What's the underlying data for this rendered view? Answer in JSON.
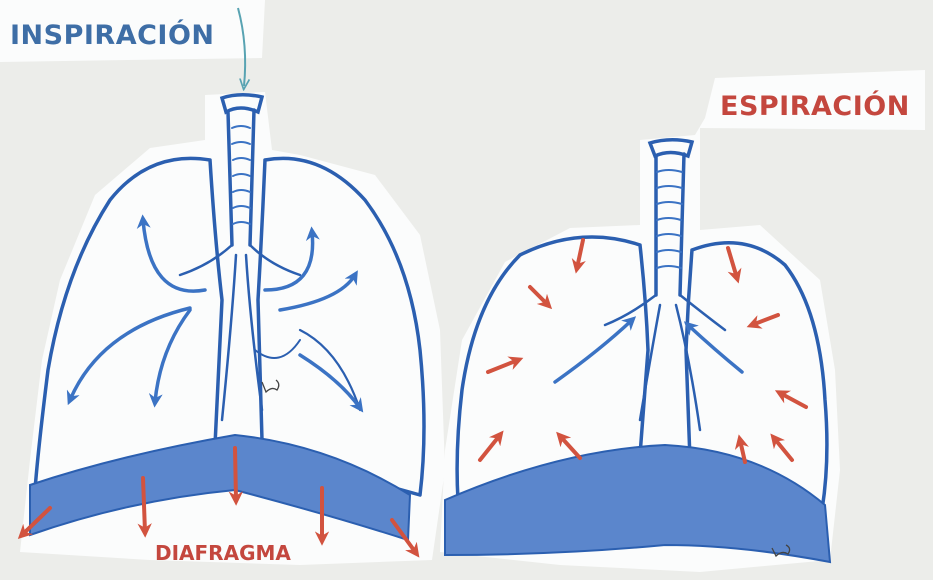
{
  "labels": {
    "inspiration": "INSPIRACIÓN",
    "expiration": "ESPIRACIÓN",
    "diaphragm": "DIAFRAGMA"
  },
  "colors": {
    "background": "#ecedea",
    "paper": "#fbfcfc",
    "outline_blue": "#2b5fb0",
    "diaphragm_blue": "#5b86cc",
    "arrow_blue": "#3b73c4",
    "inspiration_text": "#3e6ea6",
    "expiration_text": "#c4473e",
    "arrow_red": "#d2533f",
    "airflow_arrow": "#58a3b2"
  },
  "icons": [
    "down-arrow-icon",
    "airflow-arrow-icon",
    "signature-mark"
  ]
}
